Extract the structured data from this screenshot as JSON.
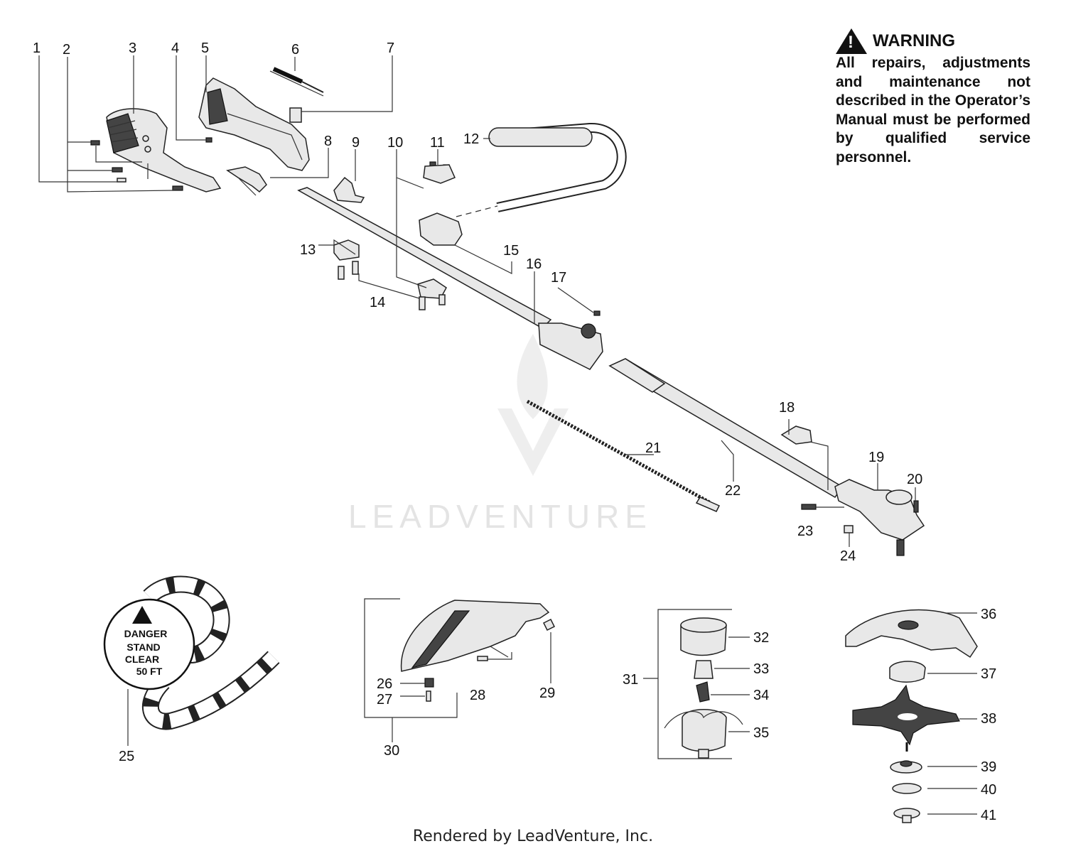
{
  "warning": {
    "title": "WARNING",
    "text": "All repairs, adjustments and maintenance not described in the Operator’s Manual must be performed by qualified service personnel."
  },
  "decal": {
    "line1": "DANGER",
    "line2": "STAND",
    "line3": "CLEAR",
    "line4": "50 FT"
  },
  "watermark": "LEADVENTURE",
  "footer": "Rendered by LeadVenture, Inc.",
  "callouts": [
    "1",
    "2",
    "3",
    "4",
    "5",
    "6",
    "7",
    "8",
    "9",
    "10",
    "11",
    "12",
    "13",
    "14",
    "15",
    "16",
    "17",
    "18",
    "19",
    "20",
    "21",
    "22",
    "23",
    "24",
    "25",
    "26",
    "27",
    "28",
    "29",
    "30",
    "31",
    "32",
    "33",
    "34",
    "35",
    "36",
    "37",
    "38",
    "39",
    "40",
    "41"
  ]
}
